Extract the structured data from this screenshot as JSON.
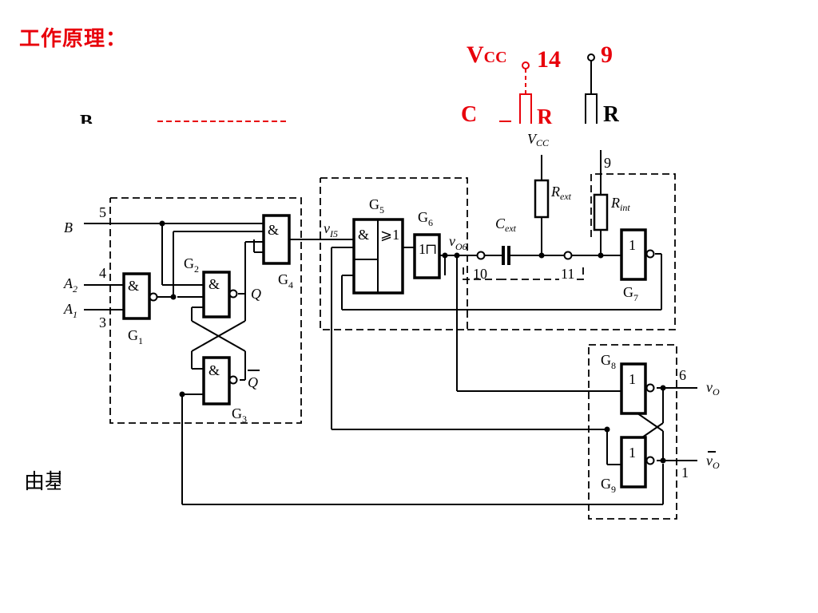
{
  "title": "工作原理：",
  "overlay": {
    "vcc": "V",
    "vcc_sub": "CC",
    "pin14": "14",
    "pin9": "9",
    "c_frag": "C",
    "r_frag": "R",
    "r_frag2": "R",
    "b_frag": "B",
    "bottom_text": "由基"
  },
  "diagram": {
    "inputs": {
      "B": "B",
      "B_pin": "5",
      "A2": "A",
      "A2_sub": "2",
      "A2_pin": "4",
      "A1": "A",
      "A1_sub": "1",
      "A1_pin": "3"
    },
    "gates": {
      "G1": "G",
      "G1_sub": "1",
      "G2": "G",
      "G2_sub": "2",
      "G3": "G",
      "G3_sub": "3",
      "G4": "G",
      "G4_sub": "4",
      "G5": "G",
      "G5_sub": "5",
      "G6": "G",
      "G6_sub": "6",
      "G7": "G",
      "G7_sub": "7",
      "G8": "G",
      "G8_sub": "8",
      "G9": "G",
      "G9_sub": "9"
    },
    "symbols": {
      "and": "&",
      "or": "⩾1",
      "one": "1",
      "schmitt": "1",
      "Q": "Q",
      "Qbar": "Q"
    },
    "signals": {
      "vI5": "v",
      "vI5_sub": "I5",
      "vO6": "v",
      "vO6_sub": "O6",
      "Vcc": "V",
      "Vcc_sub": "CC",
      "Rext": "R",
      "Rext_sub": "ext",
      "Rint": "R",
      "Rint_sub": "int",
      "Cext": "C",
      "Cext_sub": "ext",
      "vO": "v",
      "vO_sub": "O",
      "vObar": "v",
      "vObar_sub": "O"
    },
    "pins": {
      "p9": "9",
      "p10": "10",
      "p11": "11",
      "p6": "6",
      "p1": "1"
    }
  }
}
